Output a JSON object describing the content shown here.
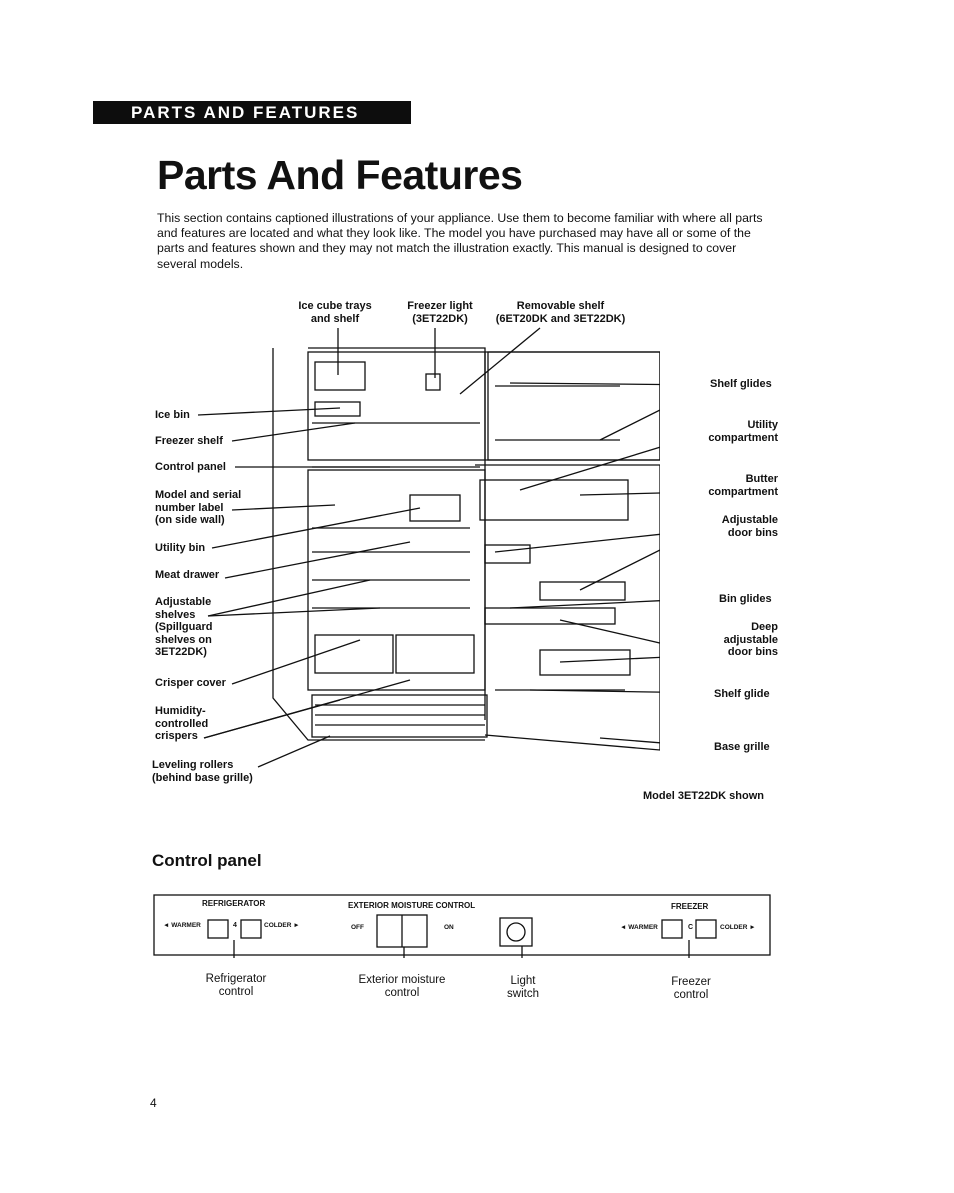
{
  "header": {
    "banner": "PARTS AND FEATURES"
  },
  "page": {
    "title": "Parts And Features",
    "intro": "This section contains captioned illustrations of your appliance. Use them to become familiar with where all parts and features are located and what they look like. The model you have purchased may have all or some of the parts and features shown and they may not match the illustration exactly. This manual is designed to cover several models.",
    "page_number": "4"
  },
  "figure": {
    "top_labels": {
      "ice_trays": [
        "Ice cube trays",
        "and shelf"
      ],
      "freezer_light": [
        "Freezer light",
        "(3ET22DK)"
      ],
      "removable_shelf": [
        "Removable shelf",
        "(6ET20DK and 3ET22DK)"
      ]
    },
    "left_labels": {
      "ice_bin": "Ice bin",
      "freezer_shelf": "Freezer shelf",
      "control_panel": "Control panel",
      "model_label": [
        "Model and serial",
        "number label",
        "(on side wall)"
      ],
      "utility_bin": "Utility bin",
      "meat_drawer": "Meat drawer",
      "adjustable_shelves": [
        "Adjustable",
        "shelves",
        "(Spillguard",
        "shelves on",
        "3ET22DK)"
      ],
      "crisper_cover": "Crisper cover",
      "crispers": [
        "Humidity-",
        "controlled",
        "crispers"
      ],
      "leveling_rollers": [
        "Leveling rollers",
        "(behind base grille)"
      ]
    },
    "right_labels": {
      "shelf_glides": "Shelf glides",
      "utility_compartment": [
        "Utility",
        "compartment"
      ],
      "butter_compartment": [
        "Butter",
        "compartment"
      ],
      "adjustable_door_bins": [
        "Adjustable",
        "door bins"
      ],
      "bin_glides": "Bin glides",
      "deep_door_bins": [
        "Deep",
        "adjustable",
        "door bins"
      ],
      "shelf_glide": "Shelf glide",
      "base_grille": "Base grille"
    },
    "model_note": "Model 3ET22DK shown"
  },
  "control_panel": {
    "heading": "Control panel",
    "panel_text": {
      "refrigerator": "REFRIGERATOR",
      "warmer": "◄ WARMER",
      "colder": "COLDER ►",
      "ref_setting": "4",
      "moisture_control": "EXTERIOR MOISTURE CONTROL",
      "off": "OFF",
      "on": "ON",
      "freezer": "FREEZER",
      "freezer_warmer": "◄ WARMER",
      "freezer_colder": "COLDER ►",
      "freezer_setting": "C"
    },
    "captions": {
      "refrigerator_control": [
        "Refrigerator",
        "control"
      ],
      "moisture_control": [
        "Exterior moisture",
        "control"
      ],
      "light_switch": [
        "Light",
        "switch"
      ],
      "freezer_control": [
        "Freezer",
        "control"
      ]
    }
  }
}
